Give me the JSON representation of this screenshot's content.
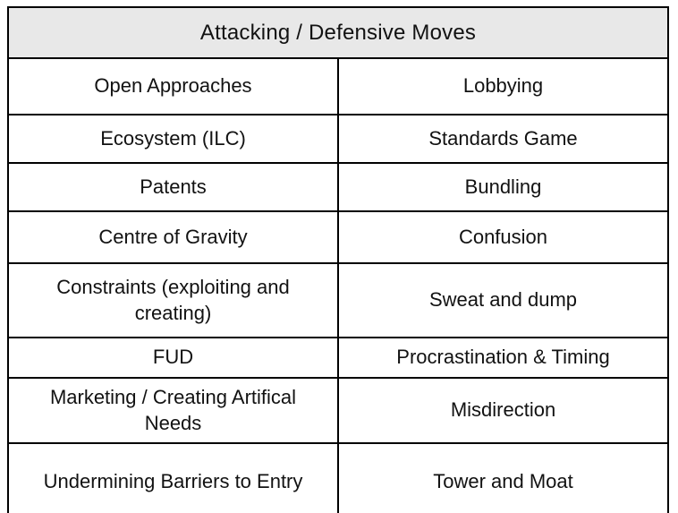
{
  "table": {
    "title": "Attacking / Defensive Moves",
    "header_bg": "#e8e8e8",
    "border_color": "#000000",
    "text_color": "#121212",
    "columns": 2,
    "rows": [
      {
        "left": "Open Approaches",
        "right": "Lobbying"
      },
      {
        "left": "Ecosystem (ILC)",
        "right": "Standards Game"
      },
      {
        "left": "Patents",
        "right": "Bundling"
      },
      {
        "left": "Centre of Gravity",
        "right": "Confusion"
      },
      {
        "left": "Constraints (exploiting and creating)",
        "right": "Sweat and dump"
      },
      {
        "left": "FUD",
        "right": "Procrastination & Timing"
      },
      {
        "left": "Marketing / Creating Artifical Needs",
        "right": "Misdirection"
      },
      {
        "left": "Undermining Barriers to Entry",
        "right": "Tower and Moat"
      }
    ]
  }
}
